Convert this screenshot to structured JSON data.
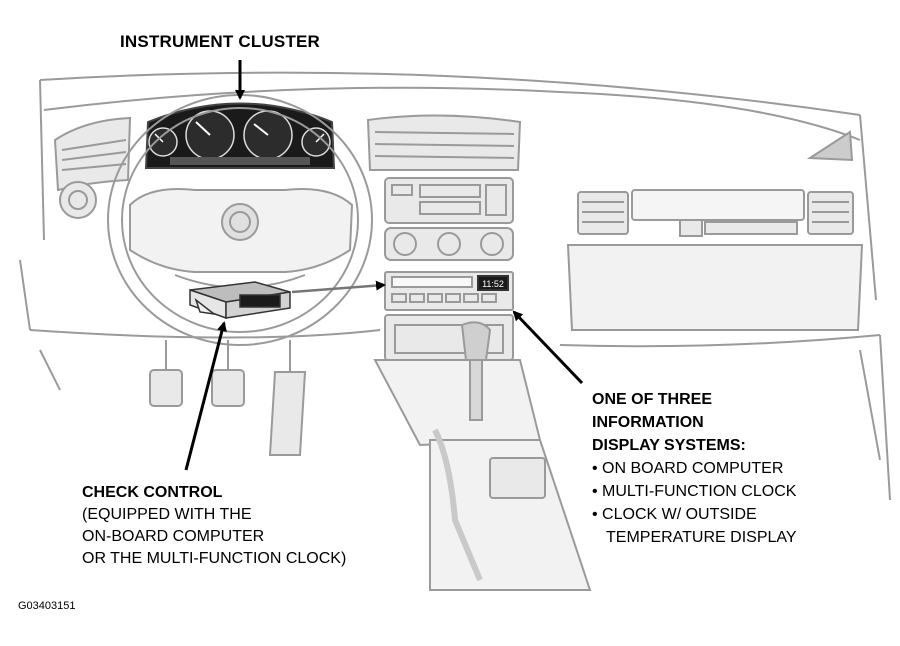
{
  "labels": {
    "instrument_cluster": "INSTRUMENT CLUSTER",
    "check_control": {
      "title": "CHECK CONTROL",
      "lines": [
        "(EQUIPPED WITH THE",
        "ON-BOARD COMPUTER",
        "OR THE MULTI-FUNCTION CLOCK)"
      ]
    },
    "info_display": {
      "title_lines": [
        "ONE OF THREE",
        "INFORMATION",
        "DISPLAY SYSTEMS:"
      ],
      "items": [
        "ON BOARD COMPUTER",
        "MULTI-FUNCTION CLOCK",
        "CLOCK W/ OUTSIDE"
      ],
      "item_continuation": "TEMPERATURE DISPLAY"
    },
    "clock_display": "11:52",
    "figure_code": "G03403151"
  },
  "colors": {
    "line_gray": "#9a9a9a",
    "fill_gray": "#e9e9e9",
    "dark_fill": "#1a1a1a",
    "arrow": "#000000"
  }
}
